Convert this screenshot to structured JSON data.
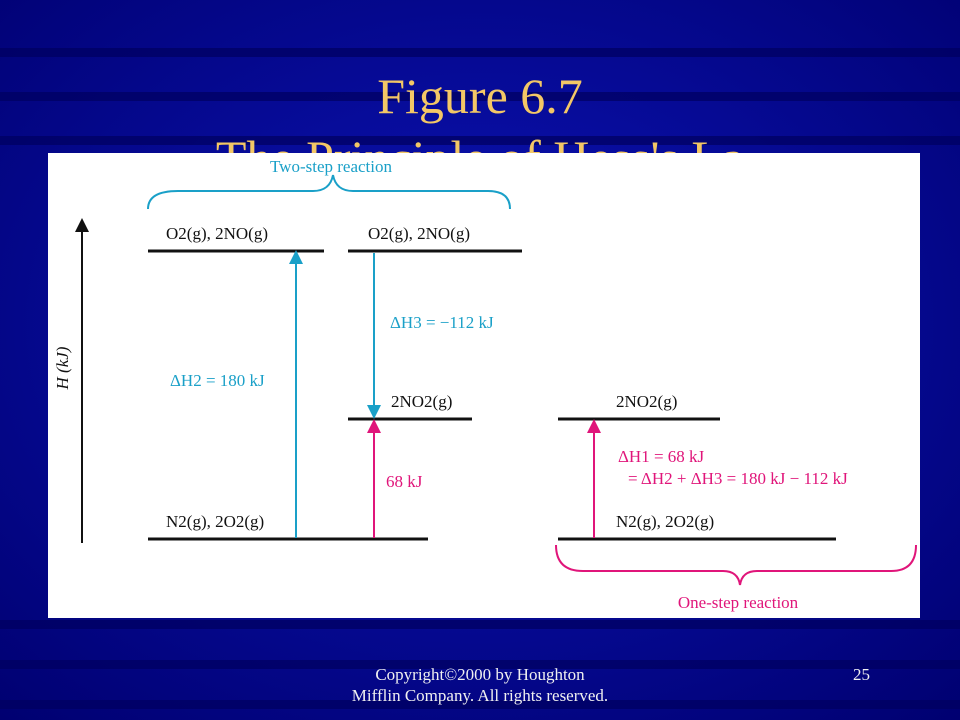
{
  "slide": {
    "title_line1": "Figure 6.7",
    "title_line2": "The Principle of Hess's La",
    "footer_line1": "Copyright©2000 by Houghton",
    "footer_line2": "Mifflin Company. All rights reserved.",
    "page_number": "25"
  },
  "diagram": {
    "y_axis_label": "H (kJ)",
    "two_step_label": "Two-step reaction",
    "one_step_label": "One-step reaction",
    "levels": {
      "top_left": "O2(g), 2NO(g)",
      "top_middle": "O2(g), 2NO(g)",
      "middle": "2NO2(g)",
      "bottom_left": "N2(g), 2O2(g)",
      "right_top": "2NO2(g)",
      "right_bottom": "N2(g), 2O2(g)"
    },
    "arrows": {
      "dh2": "ΔH2 = 180 kJ",
      "dh3": "ΔH3 = −112 kJ",
      "net_68": "68 kJ",
      "dh1": "ΔH1 = 68 kJ",
      "dh1_sum": "= ΔH2 + ΔH3 = 180 kJ − 112 kJ"
    },
    "colors": {
      "two_step": "#1aa0c8",
      "one_step": "#e0157a",
      "levels": "#111111"
    }
  }
}
